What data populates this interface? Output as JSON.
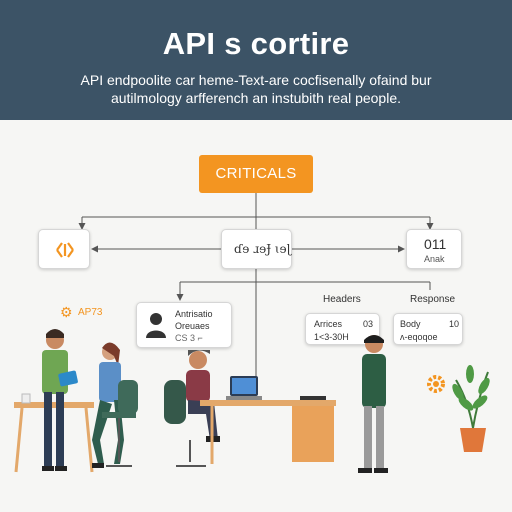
{
  "header": {
    "title": "API s cortire",
    "subtitle": "API endpoolite car heme-Text-are cocfisenally ofaind bur autilmology arfferench an instubith real people."
  },
  "diagram": {
    "top_node": "CRITICALS",
    "left_node_icon": "code-brackets-icon",
    "center_node_label": "ɗɘ ɹɘɈ ɩɘɭ",
    "right_node": {
      "line1": "011",
      "line2": "Anak"
    },
    "api_badge": "AP73",
    "auth_node": {
      "line1": "Antrisatio",
      "line2": "Oreuaes",
      "line3": "CS 3 ⌐",
      "icon": "user-icon"
    },
    "headers_label": "Headers",
    "response_label": "Response",
    "headers_node": {
      "line1": "Arrices",
      "value1": "03",
      "line2": "1<3-30H"
    },
    "response_node": {
      "line1": "Body",
      "value1": "10",
      "line2": "ʌ-eqoqoe"
    }
  },
  "colors": {
    "header_bg": "#3c5366",
    "accent": "#f39521",
    "line": "#555555"
  }
}
